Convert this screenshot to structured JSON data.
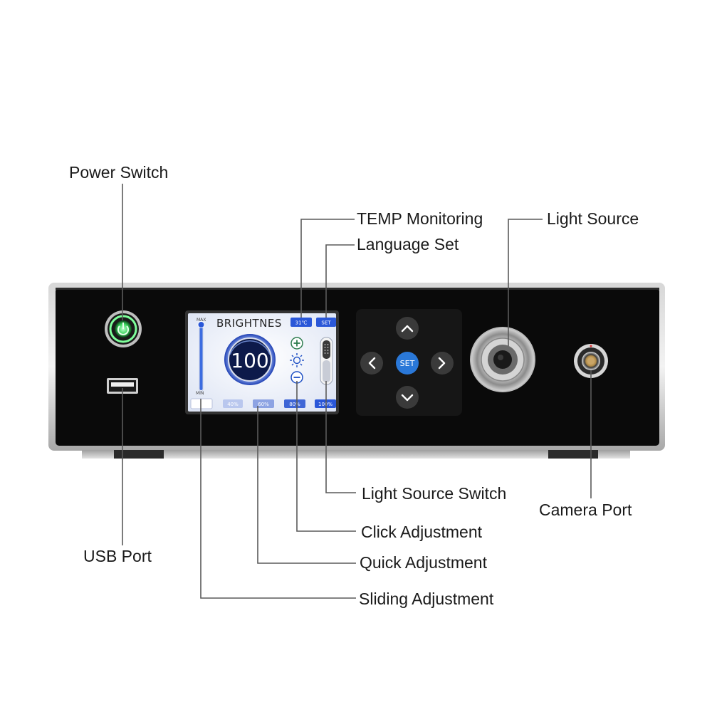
{
  "callouts": {
    "power_switch": "Power Switch",
    "usb_port": "USB Port",
    "temp_monitoring": "TEMP Monitoring",
    "language_set": "Language Set",
    "light_source": "Light Source",
    "light_source_switch": "Light Source Switch",
    "camera_port": "Camera Port",
    "click_adjustment": "Click Adjustment",
    "quick_adjustment": "Quick Adjustment",
    "sliding_adjustment": "Sliding Adjustment"
  },
  "screen": {
    "title": "BRIGHTNES",
    "temp_badge": "31℃",
    "set_badge": "SET",
    "max_label": "MAX",
    "min_label": "MIN",
    "brightness_value": "100",
    "brightness_level": 1.0,
    "presets": [
      "",
      "40%",
      "60%",
      "80%",
      "100%"
    ]
  },
  "keypad": {
    "center_label": "SET"
  },
  "colors": {
    "device_body": "#0a0a0a",
    "power_ring": "#7dff9a",
    "screen_accent": "#2a57d8",
    "callout_line": "#5a5a5a"
  }
}
